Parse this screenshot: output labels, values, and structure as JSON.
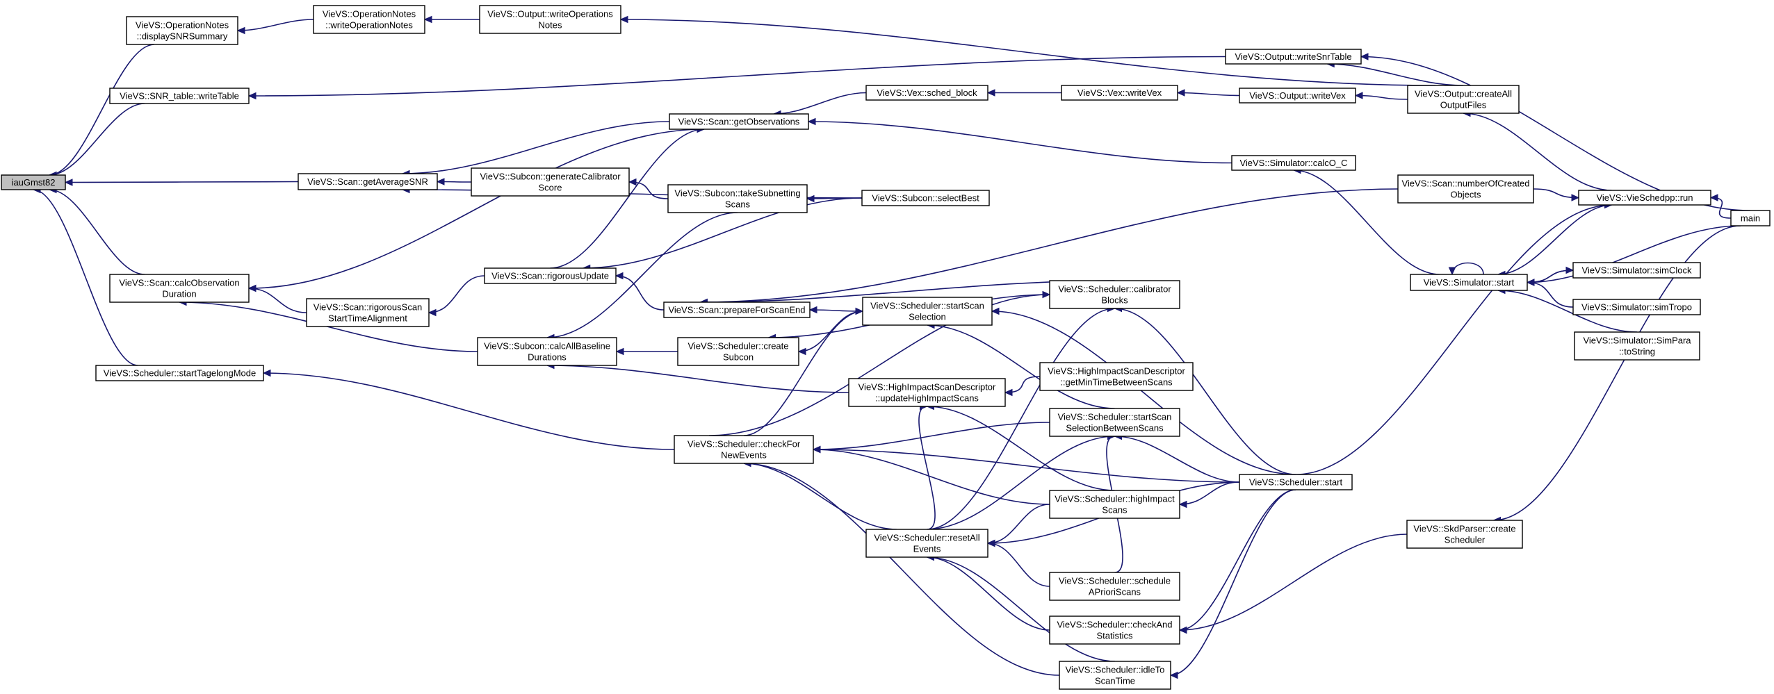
{
  "graph": {
    "kind": "call-graph",
    "colors": {
      "edge": "#191970",
      "node_border": "#000000",
      "root_fill": "#bfbfbf",
      "node_fill": "#ffffff"
    },
    "nodes": [
      {
        "id": "iauGmst82",
        "lines": [
          "iauGmst82"
        ]
      },
      {
        "id": "displaySNRSummary",
        "lines": [
          "VieVS::OperationNotes",
          "::displaySNRSummary"
        ]
      },
      {
        "id": "writeOperationNotes",
        "lines": [
          "VieVS::OperationNotes",
          "::writeOperationNotes"
        ]
      },
      {
        "id": "outWriteOperationsNotes",
        "lines": [
          "VieVS::Output::writeOperations",
          "Notes"
        ]
      },
      {
        "id": "snrWriteTable",
        "lines": [
          "VieVS::SNR_table::writeTable"
        ]
      },
      {
        "id": "outWriteSnrTable",
        "lines": [
          "VieVS::Output::writeSnrTable"
        ]
      },
      {
        "id": "outCreateAllOutputFiles",
        "lines": [
          "VieVS::Output::createAll",
          "OutputFiles"
        ]
      },
      {
        "id": "scanGetObservations",
        "lines": [
          "VieVS::Scan::getObservations"
        ]
      },
      {
        "id": "vexSchedBlock",
        "lines": [
          "VieVS::Vex::sched_block"
        ]
      },
      {
        "id": "vexWriteVex",
        "lines": [
          "VieVS::Vex::writeVex"
        ]
      },
      {
        "id": "outWriteVex",
        "lines": [
          "VieVS::Output::writeVex"
        ]
      },
      {
        "id": "simCalcOC",
        "lines": [
          "VieVS::Simulator::calcO_C"
        ]
      },
      {
        "id": "scanGetAverageSNR",
        "lines": [
          "VieVS::Scan::getAverageSNR"
        ]
      },
      {
        "id": "subconGenerateCalibratorScore",
        "lines": [
          "VieVS::Subcon::generateCalibrator",
          "Score"
        ]
      },
      {
        "id": "subconTakeSubnettingScans",
        "lines": [
          "VieVS::Subcon::takeSubnetting",
          "Scans"
        ]
      },
      {
        "id": "subconSelectBest",
        "lines": [
          "VieVS::Subcon::selectBest"
        ]
      },
      {
        "id": "scanNumberOfCreatedObjects",
        "lines": [
          "VieVS::Scan::numberOfCreated",
          "Objects"
        ]
      },
      {
        "id": "vieSchedppRun",
        "lines": [
          "VieVS::VieSchedpp::run"
        ]
      },
      {
        "id": "main",
        "lines": [
          "main"
        ]
      },
      {
        "id": "simStart",
        "lines": [
          "VieVS::Simulator::start"
        ]
      },
      {
        "id": "simClock",
        "lines": [
          "VieVS::Simulator::simClock"
        ]
      },
      {
        "id": "simTropo",
        "lines": [
          "VieVS::Simulator::simTropo"
        ]
      },
      {
        "id": "simParaToString",
        "lines": [
          "VieVS::Simulator::SimPara",
          "::toString"
        ]
      },
      {
        "id": "scanCalcObservationDuration",
        "lines": [
          "VieVS::Scan::calcObservation",
          "Duration"
        ]
      },
      {
        "id": "scanRigorousScanStartTimeAlignment",
        "lines": [
          "VieVS::Scan::rigorousScan",
          "StartTimeAlignment"
        ]
      },
      {
        "id": "scanRigorousUpdate",
        "lines": [
          "VieVS::Scan::rigorousUpdate"
        ]
      },
      {
        "id": "scanPrepareForScanEnd",
        "lines": [
          "VieVS::Scan::prepareForScanEnd"
        ]
      },
      {
        "id": "schedStartScanSelection",
        "lines": [
          "VieVS::Scheduler::startScan",
          "Selection"
        ]
      },
      {
        "id": "schedCalibratorBlocks",
        "lines": [
          "VieVS::Scheduler::calibrator",
          "Blocks"
        ]
      },
      {
        "id": "subconCalcAllBaselineDurations",
        "lines": [
          "VieVS::Subcon::calcAllBaseline",
          "Durations"
        ]
      },
      {
        "id": "schedCreateSubcon",
        "lines": [
          "VieVS::Scheduler::create",
          "Subcon"
        ]
      },
      {
        "id": "schedStartTagelongMode",
        "lines": [
          "VieVS::Scheduler::startTagelongMode"
        ]
      },
      {
        "id": "hiUpdateHighImpactScans",
        "lines": [
          "VieVS::HighImpactScanDescriptor",
          "::updateHighImpactScans"
        ]
      },
      {
        "id": "hiGetMinTimeBetweenScans",
        "lines": [
          "VieVS::HighImpactScanDescriptor",
          "::getMinTimeBetweenScans"
        ]
      },
      {
        "id": "schedCheckForNewEvents",
        "lines": [
          "VieVS::Scheduler::checkFor",
          "NewEvents"
        ]
      },
      {
        "id": "schedStartScanSelectionBetweenScans",
        "lines": [
          "VieVS::Scheduler::startScan",
          "SelectionBetweenScans"
        ]
      },
      {
        "id": "schedStart",
        "lines": [
          "VieVS::Scheduler::start"
        ]
      },
      {
        "id": "schedHighImpactScans",
        "lines": [
          "VieVS::Scheduler::highImpact",
          "Scans"
        ]
      },
      {
        "id": "schedResetAllEvents",
        "lines": [
          "VieVS::Scheduler::resetAll",
          "Events"
        ]
      },
      {
        "id": "skdCreateScheduler",
        "lines": [
          "VieVS::SkdParser::create",
          "Scheduler"
        ]
      },
      {
        "id": "schedScheduleAPrioriScans",
        "lines": [
          "VieVS::Scheduler::schedule",
          "APrioriScans"
        ]
      },
      {
        "id": "schedCheckAndStatistics",
        "lines": [
          "VieVS::Scheduler::checkAnd",
          "Statistics"
        ]
      },
      {
        "id": "schedIdleToScanTime",
        "lines": [
          "VieVS::Scheduler::idleTo",
          "ScanTime"
        ]
      }
    ]
  }
}
